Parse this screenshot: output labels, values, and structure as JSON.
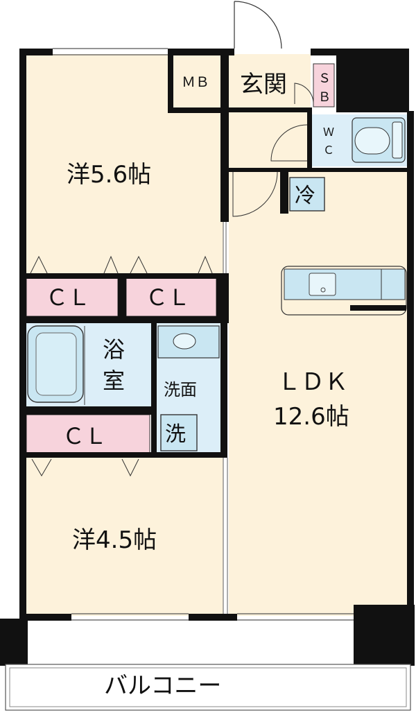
{
  "rooms": {
    "western_room_1": "洋5.6帖",
    "western_room_2": "洋4.5帖",
    "ldk_title": "ＬＤＫ",
    "ldk_size": "12.6帖",
    "entrance": "玄関",
    "bathroom_line1": "浴",
    "bathroom_line2": "室",
    "washroom": "洗面",
    "balcony": "バルコニー"
  },
  "fixtures": {
    "meter_box": "ＭＢ",
    "shoe_box_line1": "Ｓ",
    "shoe_box_line2": "Ｂ",
    "wc_line1": "Ｗ",
    "wc_line2": "Ｃ",
    "fridge": "冷",
    "washer": "洗",
    "closet_1": "ＣＬ",
    "closet_2": "ＣＬ",
    "closet_3": "ＣＬ"
  },
  "colors": {
    "wall": "#111111",
    "room_floor": "#fdf2db",
    "closet": "#f7d3dc",
    "wet_area": "#dceef8",
    "fixture_fill": "#c9e6f2"
  }
}
